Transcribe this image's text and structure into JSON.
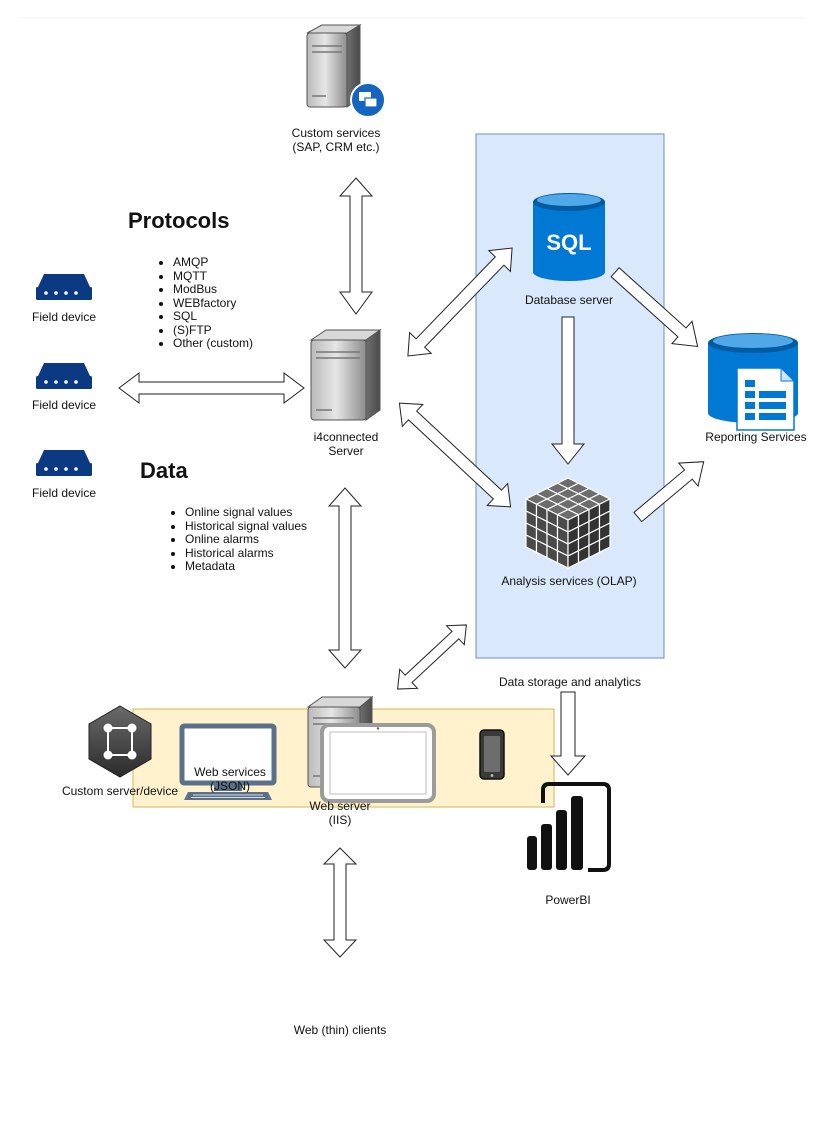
{
  "nodes": {
    "custom_services": {
      "line1": "Custom services",
      "line2": "(SAP, CRM etc.)"
    },
    "i4connected_server": {
      "line1": "i4connected",
      "line2": "Server"
    },
    "web_server": {
      "line1": "Web server",
      "line2": "(IIS)"
    },
    "field_device_1": "Field device",
    "field_device_2": "Field device",
    "field_device_3": "Field device",
    "database_server": {
      "label": "Database server",
      "icon_text": "SQL"
    },
    "reporting_services": "Reporting Services",
    "analysis_services": "Analysis services (OLAP)",
    "data_storage": "Data storage and analytics",
    "powerbi": "PowerBI",
    "custom_server": "Custom server/device",
    "web_services": {
      "line1": "Web services",
      "line2": "(JSON)"
    },
    "web_clients": "Web (thin) clients"
  },
  "protocols": {
    "heading": "Protocols",
    "items": [
      "AMQP",
      "MQTT",
      "ModBus",
      "WEBfactory",
      "SQL",
      "(S)FTP",
      "Other (custom)"
    ]
  },
  "data_section": {
    "heading": "Data",
    "items": [
      "Online signal values",
      "Historical signal values",
      "Online alarms",
      "Historical alarms",
      "Metadata"
    ]
  },
  "colors": {
    "analytics_bg": "#dae8fc",
    "analytics_border": "#6c8ebf",
    "clients_bg": "#fff2cc",
    "clients_border": "#d6b656",
    "azure_blue": "#0078d4",
    "device_navy": "#0b3a82",
    "web_services_orange": "#e8812d"
  }
}
